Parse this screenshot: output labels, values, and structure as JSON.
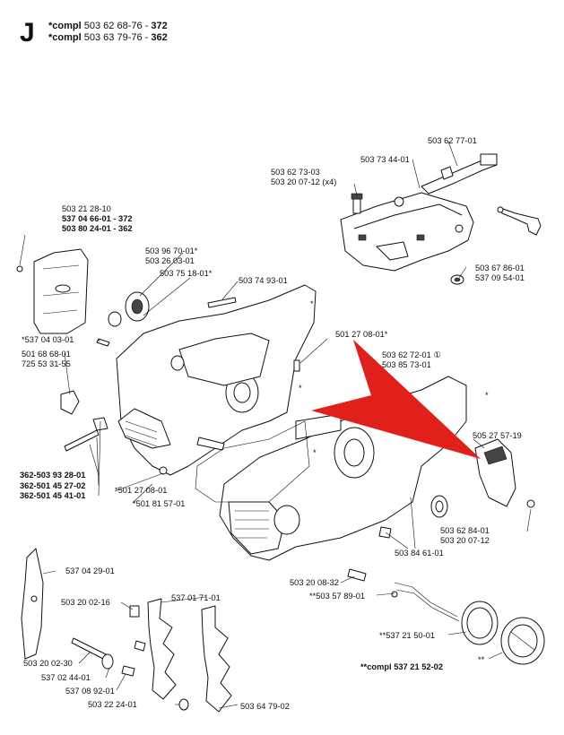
{
  "section": {
    "letter": "J",
    "lines": [
      {
        "prefix": "*compl",
        "number": "503 62 68-76",
        "suffix": "372"
      },
      {
        "prefix": "*compl",
        "number": "503 63 79-76",
        "suffix": "362"
      }
    ]
  },
  "labels": [
    {
      "id": "l1",
      "text": "503 62 77-01"
    },
    {
      "id": "l2",
      "text": "503 73 44-01"
    },
    {
      "id": "l3",
      "text": "503 62 73-03"
    },
    {
      "id": "l4",
      "text": "503 20 07-12 (x4)"
    },
    {
      "id": "l5",
      "text": "503 21 28-10"
    },
    {
      "id": "l6",
      "text": "537 04 66-01 - 372"
    },
    {
      "id": "l7",
      "text": "503 80 24-01 - 362"
    },
    {
      "id": "l8",
      "text": "503 96 70-01*"
    },
    {
      "id": "l9",
      "text": "503 26 03-01"
    },
    {
      "id": "l10",
      "text": "503 75 18-01*"
    },
    {
      "id": "l11",
      "text": "503 74 93-01"
    },
    {
      "id": "l12",
      "text": "503 67 86-01"
    },
    {
      "id": "l13",
      "text": "537 09 54-01"
    },
    {
      "id": "l14",
      "text": "*537 04 03-01"
    },
    {
      "id": "l15",
      "text": "501 27 08-01*"
    },
    {
      "id": "l16",
      "text": "501 68 68-01"
    },
    {
      "id": "l17",
      "text": "725 53 31-55"
    },
    {
      "id": "l18",
      "text": "503 62 72-01 ①"
    },
    {
      "id": "l19",
      "text": "503 85 73-01"
    },
    {
      "id": "l20",
      "text": "505 27 57-19"
    },
    {
      "id": "l21",
      "text": "362-503 93 28-01"
    },
    {
      "id": "l22",
      "text": "362-501 45 27-02"
    },
    {
      "id": "l23",
      "text": "362-501 45 41-01"
    },
    {
      "id": "l24",
      "text": "*501 27 08-01"
    },
    {
      "id": "l25",
      "text": "*501 81 57-01"
    },
    {
      "id": "l26",
      "text": "503 62 84-01"
    },
    {
      "id": "l27",
      "text": "503 20 07-12"
    },
    {
      "id": "l28",
      "text": "503 84 61-01"
    },
    {
      "id": "l29",
      "text": "537 04 29-01"
    },
    {
      "id": "l30",
      "text": "503 20 08-32"
    },
    {
      "id": "l31",
      "text": "**503 57 89-01"
    },
    {
      "id": "l32",
      "text": "503 20 02-16"
    },
    {
      "id": "l33",
      "text": "537 01 71-01"
    },
    {
      "id": "l34",
      "text": "**537 21 50-01"
    },
    {
      "id": "l35",
      "text": "503 20 02-30"
    },
    {
      "id": "l36",
      "text": "537 02 44-01"
    },
    {
      "id": "l37",
      "text": "**compl 537 21 52-02"
    },
    {
      "id": "l38",
      "text": "537 08 92-01"
    },
    {
      "id": "l39",
      "text": "503 22 24-01"
    },
    {
      "id": "l40",
      "text": "503 64 79-02"
    },
    {
      "id": "l41",
      "text": "**"
    }
  ],
  "stars": [
    "*",
    "*",
    "*",
    "*"
  ],
  "colors": {
    "arrow": "#e0201b",
    "ink": "#111111"
  }
}
